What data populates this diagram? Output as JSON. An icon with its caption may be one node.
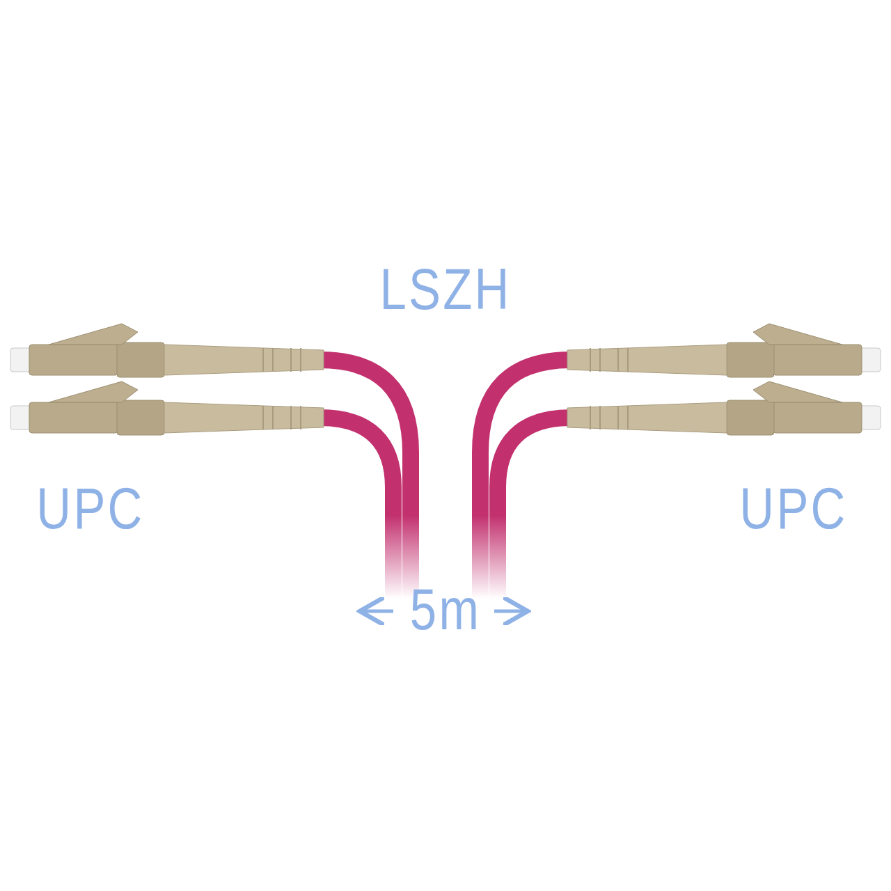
{
  "diagram": {
    "labels": [
      "LSZH",
      "UPC",
      "UPC",
      "5m"
    ]
  }
}
